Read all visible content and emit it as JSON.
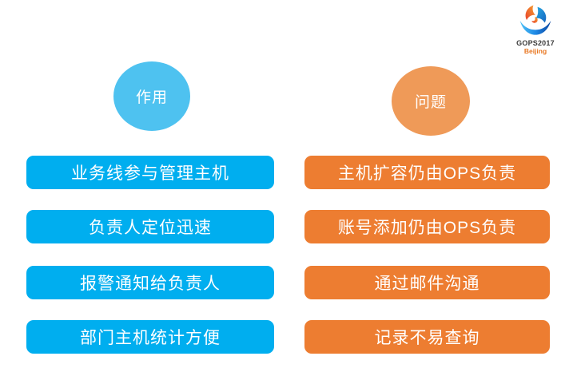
{
  "logo": {
    "icon": "gops-swirl-icon",
    "line1": "GOPS2017",
    "line2": "Beijing",
    "line1_color": "#3c3c3c",
    "line2_color": "#e87722"
  },
  "columns": [
    {
      "id": "benefits",
      "header": {
        "label": "作用",
        "color": "#4ec2f0"
      },
      "item_color": "#00aeef",
      "items": [
        {
          "label": "业务线参与管理主机"
        },
        {
          "label": "负责人定位迅速"
        },
        {
          "label": "报警通知给负责人"
        },
        {
          "label": "部门主机统计方便"
        }
      ]
    },
    {
      "id": "problems",
      "header": {
        "label": "问题",
        "color": "#ef9a58"
      },
      "item_color": "#ed7d31",
      "items": [
        {
          "label": "主机扩容仍由OPS负责"
        },
        {
          "label": "账号添加仍由OPS负责"
        },
        {
          "label": "通过邮件沟通"
        },
        {
          "label": "记录不易查询"
        }
      ]
    }
  ]
}
